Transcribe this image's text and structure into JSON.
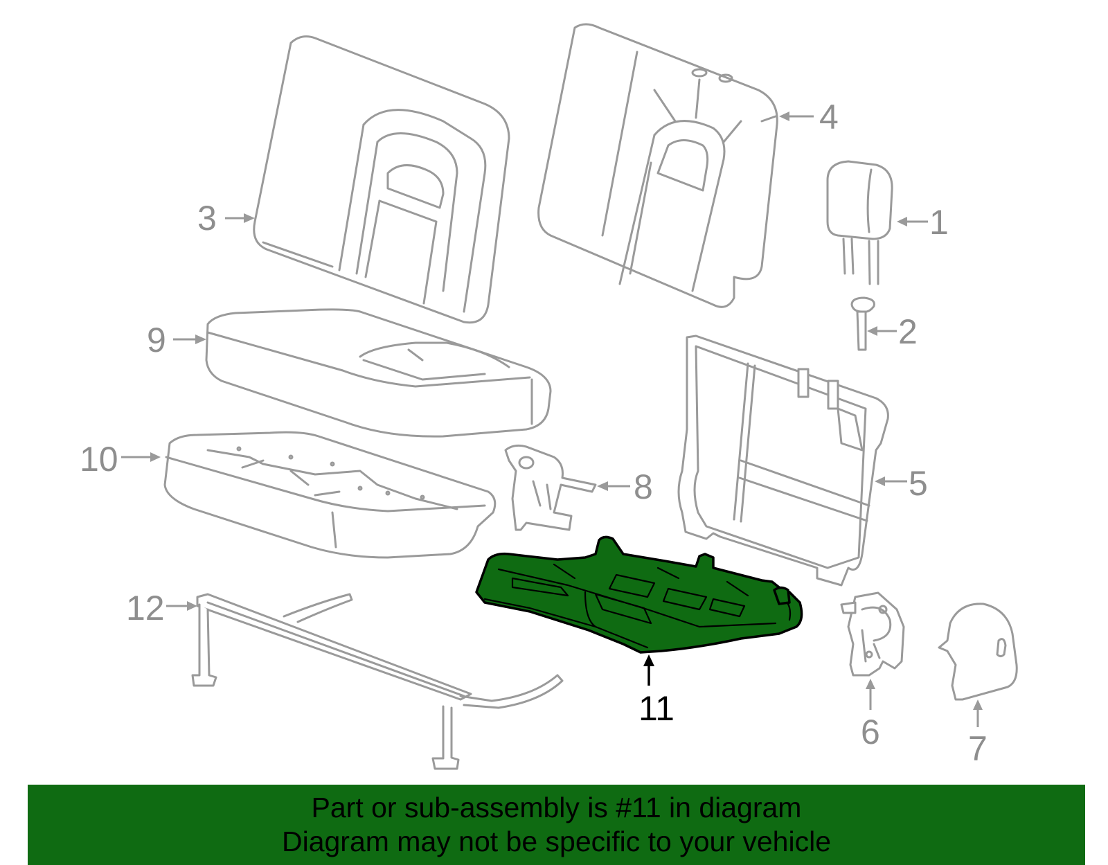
{
  "diagram": {
    "highlight_color": "#0f6b12",
    "part_outline_color": "#9a9a9a",
    "callouts": {
      "c1": "1",
      "c2": "2",
      "c3": "3",
      "c4": "4",
      "c5": "5",
      "c6": "6",
      "c7": "7",
      "c8": "8",
      "c9": "9",
      "c10": "10",
      "c11": "11",
      "c12": "12"
    },
    "highlighted_callout": "11"
  },
  "banner": {
    "line1": "Part or sub-assembly is #11 in diagram",
    "line2": "Diagram may not be specific to your vehicle",
    "background": "#0f6b12"
  }
}
